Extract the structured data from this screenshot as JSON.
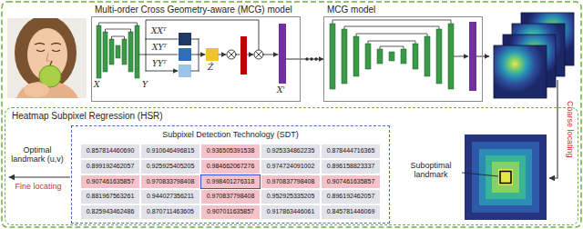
{
  "diagram": {
    "nodes": [
      {
        "text": [
          "Multi-order Cross Geometry-aware (MCG) model"
        ]
      },
      {
        "text": [
          "MCG model"
        ]
      },
      {
        "text": [
          "Heatmap Subpixel Regression (HSR)"
        ]
      },
      {
        "text": [
          "Subpixel Detection Technology (SDT)"
        ],
        "in": 2
      }
    ],
    "edges": [
      {
        "from": 0,
        "to": 1,
        "arrow": "to"
      }
    ],
    "labels": [
      "XXᵀ",
      "XYᵀ",
      "YYᵀ",
      "X",
      "Y",
      "Ẑ",
      "X'",
      "0.857814460690",
      "0.910646496815",
      "0.936505391538",
      "0.925334862235",
      "0.878444716365",
      "0.899192462057",
      "0.925925405205",
      "0.984662067276",
      "0.974724091002",
      "0.896158823337",
      "0.907461635857",
      "0.970833798408",
      "0.998401276318",
      "0.970837798408",
      "0.907461635857",
      "0.881967563261",
      "0.944027356211",
      "0.970837798408",
      "0.952925335205",
      "0.896192462057",
      "0.825943462486",
      "0.870711463605",
      "0.907011635857",
      "0.917863446061",
      "0.845781446069",
      "Suboptimal landmark",
      "Optimal landmark (u,v)",
      "Fine locating",
      "Coarse locating"
    ]
  }
}
